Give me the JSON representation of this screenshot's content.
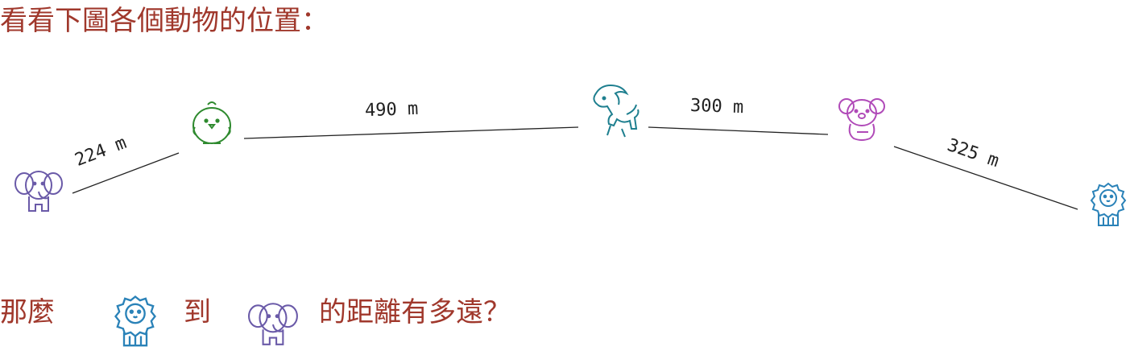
{
  "title": "看看下圖各個動物的位置：",
  "question": {
    "prefix": "那麼",
    "middle": "到",
    "suffix": "的距離有多遠？"
  },
  "distances": {
    "elephant_to_chick": "224 m",
    "chick_to_horse": "490 m",
    "horse_to_koala": "300 m",
    "koala_to_lion": "325 m"
  },
  "colors": {
    "text": "#a0382c",
    "elephant": "#6a5aa8",
    "chick": "#2f8a2f",
    "horse": "#1e7f8f",
    "koala": "#b04ab8",
    "lion": "#2a82b8"
  },
  "icons": [
    "elephant-icon",
    "chick-icon",
    "horse-icon",
    "koala-icon",
    "lion-icon"
  ]
}
